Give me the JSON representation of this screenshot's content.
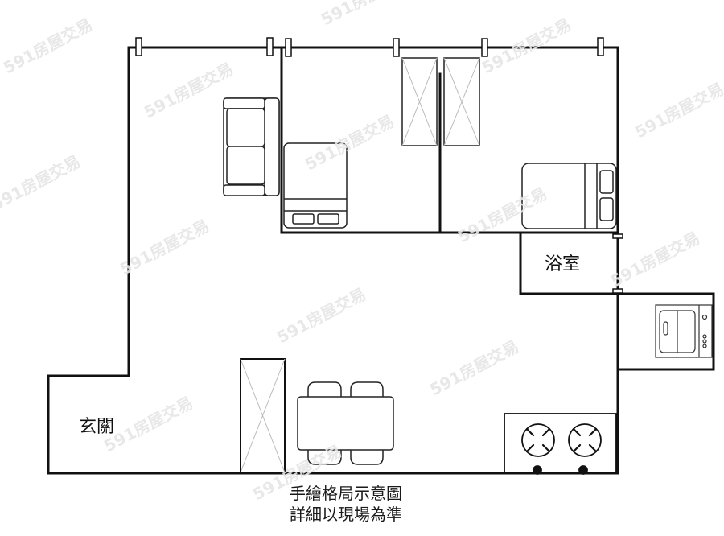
{
  "diagram": {
    "type": "floor-plan",
    "rooms": [
      {
        "id": "bathroom",
        "label": "浴室"
      },
      {
        "id": "entrance",
        "label": "玄關"
      }
    ],
    "caption": {
      "line1": "手繪格局示意圖",
      "line2": "詳細以現場為準"
    },
    "watermark": "591房屋交易",
    "furniture": [
      "sofa",
      "single-bed",
      "wardrobe",
      "wardrobe",
      "double-bed",
      "washer-dryer",
      "tall-cabinet",
      "dining-table-with-4-chairs",
      "two-burner-stove"
    ],
    "colors": {
      "wall": "#111111",
      "furniture": "#222222",
      "cabinet-cross": "#bbbbbb",
      "watermark": "#e6e6e6",
      "background": "#ffffff"
    }
  }
}
